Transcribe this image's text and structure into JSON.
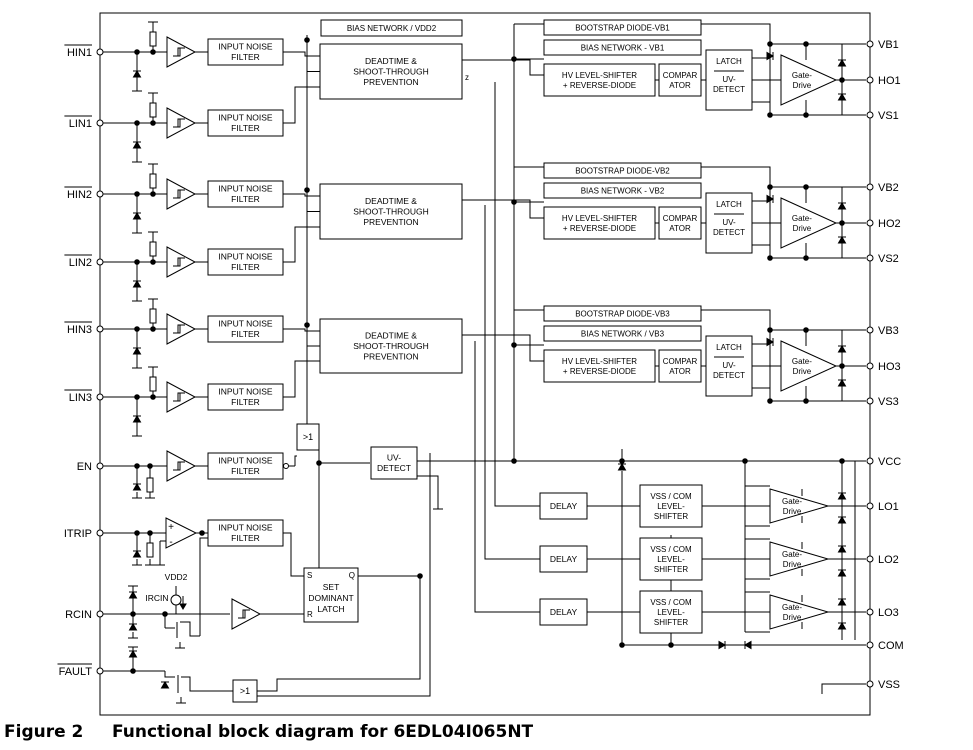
{
  "pins_left": [
    {
      "label": "HIN1",
      "overbar": true
    },
    {
      "label": "LIN1",
      "overbar": true
    },
    {
      "label": "HIN2",
      "overbar": true
    },
    {
      "label": "LIN2",
      "overbar": true
    },
    {
      "label": "HIN3",
      "overbar": true
    },
    {
      "label": "LIN3",
      "overbar": true
    },
    {
      "label": "EN",
      "overbar": false
    },
    {
      "label": "ITRIP",
      "overbar": false
    },
    {
      "label": "RCIN",
      "overbar": false
    },
    {
      "label": "FAULT",
      "overbar": true
    }
  ],
  "pins_right": [
    "VB1",
    "HO1",
    "VS1",
    "VB2",
    "HO2",
    "VS2",
    "VB3",
    "HO3",
    "VS3",
    "VCC",
    "LO1",
    "LO2",
    "LO3",
    "COM",
    "VSS"
  ],
  "blocks": {
    "input_noise_filter": [
      "INPUT NOISE",
      "FILTER"
    ],
    "deadtime": [
      "DEADTIME &",
      "SHOOT-THROUGH",
      "PREVENTION"
    ],
    "bias_vdd2": "BIAS NETWORK / VDD2",
    "bootstrap": [
      "BOOTSTRAP DIODE-VB1",
      "BOOTSTRAP DIODE-VB2",
      "BOOTSTRAP DIODE-VB3"
    ],
    "bias_vb": [
      "BIAS NETWORK - VB1",
      "BIAS NETWORK - VB2",
      "BIAS NETWORK / VB3"
    ],
    "level_shifter": [
      "HV LEVEL-SHIFTER",
      "+ REVERSE-DIODE"
    ],
    "comparator": [
      "COMPAR",
      "ATOR"
    ],
    "latch": "LATCH",
    "uv_detect": [
      "UV-",
      "DETECT"
    ],
    "gate_drive": [
      "Gate-",
      "Drive"
    ],
    "delay": "DELAY",
    "vss_com_shifter": [
      "VSS / COM",
      "LEVEL-",
      "SHIFTER"
    ],
    "or_gate": ">1",
    "set_latch": [
      "SET",
      "DOMINANT",
      "LATCH"
    ],
    "latch_s": "S",
    "latch_q": "Q",
    "latch_r": "R",
    "vdd2": "VDD2",
    "ircin": "IRCIN",
    "plus": "+",
    "minus": "-",
    "z_label": "z"
  },
  "caption": {
    "number": "Figure 2",
    "title": "Functional block diagram for 6EDL04I065NT"
  }
}
